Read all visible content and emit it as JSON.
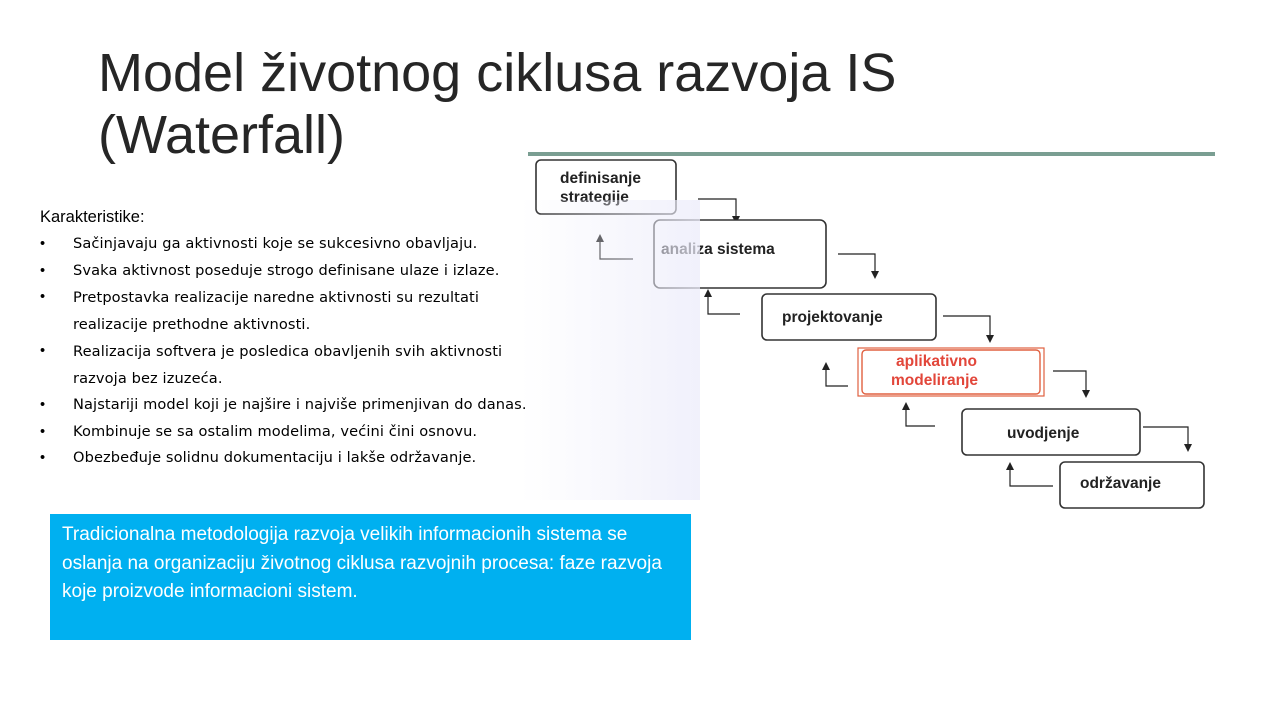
{
  "slide": {
    "title": "Model životnog ciklusa razvoja IS\n(Waterfall)",
    "characteristics": {
      "heading": "Karakteristike:",
      "items": [
        "Sačinjavaju ga aktivnosti koje se sukcesivno obavljaju.",
        "Svaka aktivnost poseduje strogo definisane ulaze i izlaze.",
        "Pretpostavka realizacije naredne aktivnosti su rezultati\nrealizacije prethodne aktivnosti.",
        "Realizacija softvera je posledica obavljenih svih aktivnosti\nrazvoja bez izuzeća.",
        "Najstariji model koji je najšire i najviše primenjivan do danas.",
        "Kombinuje se sa ostalim modelima, većini čini osnovu.",
        "Obezbeđuje solidnu dokumentaciju i lakše održavanje."
      ]
    },
    "callout": "Tradicionalna metodologija razvoja velikih informacionih sistema se oslanja na organizaciju životnog ciklusa razvojnih procesa: faze razvoja koje proizvode informacioni sistem.",
    "colors": {
      "title_rule": "#7a9e92",
      "callout_background": "#00b0f0",
      "highlight_step": "#e2463a"
    }
  },
  "diagram": {
    "steps": [
      {
        "line1": "definisanje",
        "line2": "strategije"
      },
      {
        "line1": "analiza sistema",
        "line2": ""
      },
      {
        "line1": "projektovanje",
        "line2": ""
      },
      {
        "line1": "aplikativno",
        "line2": "modeliranje",
        "highlighted": true
      },
      {
        "line1": "uvodjenje",
        "line2": ""
      },
      {
        "line1": "održavanje",
        "line2": ""
      }
    ]
  }
}
